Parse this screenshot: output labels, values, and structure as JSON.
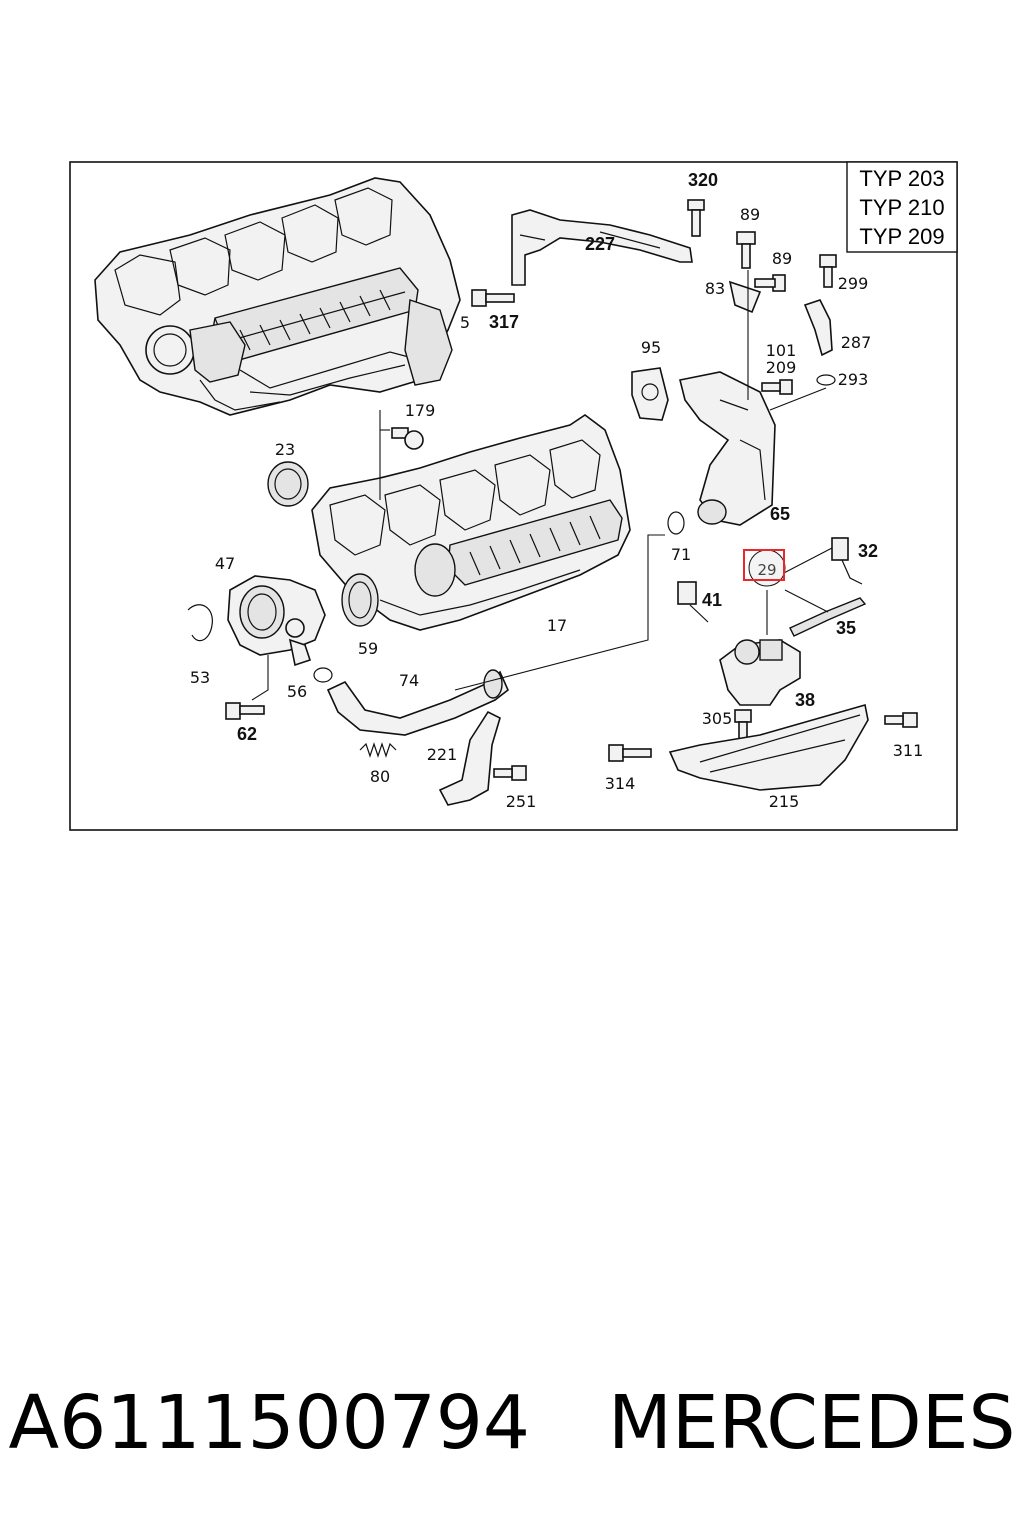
{
  "type_box": [
    "TYP 203",
    "TYP 210",
    "TYP 209"
  ],
  "labels": {
    "p320": "320",
    "p227": "227",
    "p89a": "89",
    "p89b": "89",
    "p83": "83",
    "p299": "299",
    "p5": "5",
    "p317": "317",
    "p95": "95",
    "p287": "287",
    "p101": "101",
    "p209": "209",
    "p293": "293",
    "p179": "179",
    "p23": "23",
    "p65": "65",
    "p32": "32",
    "p71": "71",
    "p29": "29",
    "p47": "47",
    "p41": "41",
    "p35": "35",
    "p17": "17",
    "p59": "59",
    "p53": "53",
    "p74": "74",
    "p56": "56",
    "p38": "38",
    "p62": "62",
    "p305": "305",
    "p311": "311",
    "p221": "221",
    "p80": "80",
    "p314": "314",
    "p251": "251",
    "p215": "215"
  },
  "highlight_color": "#e8282a",
  "caption": {
    "part_number": "A6111500794",
    "brand": "MERCEDES"
  }
}
